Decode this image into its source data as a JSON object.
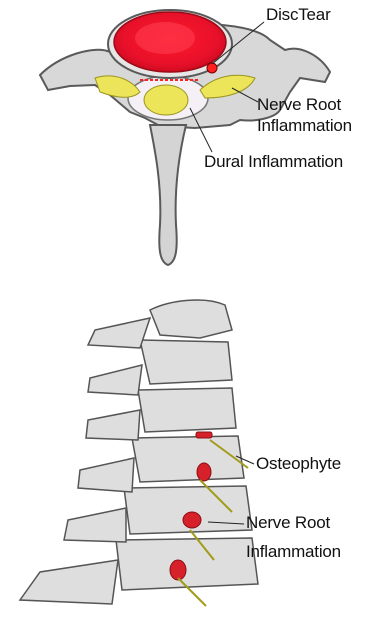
{
  "top_figure": {
    "labels": {
      "disc_tear": "DiscTear",
      "nerve_root_line1": "Nerve Root",
      "nerve_root_line2": "Inflammation",
      "dural": "Dural Inflammation"
    }
  },
  "bottom_figure": {
    "labels": {
      "osteophyte": "Osteophyte",
      "nerve_root_line1": "Nerve Root",
      "nerve_root_line2": "Inflammation"
    }
  },
  "colors": {
    "bone": "#dcdcdc",
    "bone_outline": "#6a6a6a",
    "disc_red": "#e8102a",
    "nerve_yellow": "#e8e24a",
    "inflammation_red": "#d6202a"
  }
}
